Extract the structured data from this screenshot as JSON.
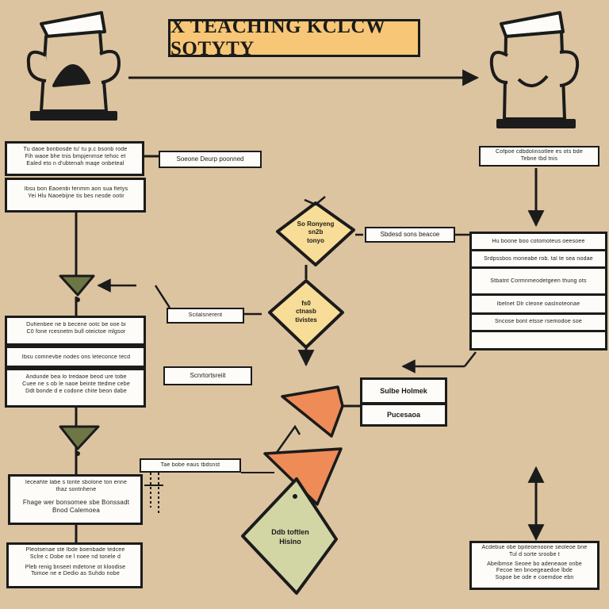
{
  "title": "X TEACHING KCLCW SOTYTY",
  "colors": {
    "background": "#dcc4a0",
    "title_fill": "#f7c777",
    "box_fill": "#fdfcf8",
    "diamond_yellow": "#f7dd97",
    "orange": "#ee8b57",
    "olive": "#d2d6a4",
    "funnel": "#6d7745",
    "ink": "#1b1b1b"
  },
  "icons": [
    "head-icon-left",
    "head-icon-right",
    "funnel-icon",
    "arrow-icon"
  ],
  "left_column": {
    "box1": {
      "line1": "Tu daoe bonbosde tu' tu p.c bsonb rode",
      "line2": "Fih waoe bhe tnis bmpjenmse tehoc et",
      "line3": "Ealed eto n d'ubtenah maqe onbeteal"
    },
    "box2": {
      "line1": "Ibsu bon Eaoenbi ferimm aon sua fletys",
      "line2": "Yei Hlu Naoebijne tis bes nesde ootir"
    },
    "box3": {
      "line1": "Duhenbee ne b becene ootc be ooe bi",
      "line2": "C0 fone rcesnetm bull oteictoe mlgsor"
    },
    "box4": {
      "line1": "Ibsu comnevbe nodes ons leteconce tecd"
    },
    "box5": {
      "line1": "Andunde bea lo tredaoe beod ure tobe",
      "line2": "Cuee ne s ob le naoe beinte ttedme cebe",
      "line3": "Ddt bonde d e codone chite beon dabe"
    },
    "box6": {
      "line1": "Ieceahte labe s tonte sbolone ton enne",
      "line2": "thaz sontnhene",
      "line3": "Fhage wer bonsomee sbe Bonssadt",
      "line4": "Bnod Calemoea"
    },
    "box7": {
      "line1": "Pleotsenae ste Ibde boenbade tedcee",
      "line2": "Sclre c Dobe ne l noee nd tonele d",
      "line3": "Pleb renig bnseet mdetone ot kloodise",
      "line4": "Tomoe ne e Dedio as Suhdo nobe"
    }
  },
  "center": {
    "label1": "Soeone Deurp poonned",
    "diamond1": {
      "line1": "So Ronyeng",
      "line2": "sn2b",
      "line3": "tonyo"
    },
    "label2": "Sbdesd sons beacoe",
    "diamond2": {
      "line1": "fs0",
      "line2": "ctnasb",
      "line3": "tivistes"
    },
    "label3": "Scilalsnerent",
    "label4": "Scnrtortsreiit",
    "label5": "Tae bobe eaus tbdsnst",
    "tag1": "Sulbe Holmek",
    "tag2": "Pucesaoa",
    "olive_text": {
      "line1": "Ddb toftlen",
      "line2": "Hisino"
    }
  },
  "right_column": {
    "top_label": {
      "line1": "Cofpoe cdbdolinsotlee es ots bde",
      "line2": "Tebne tbd tnis"
    },
    "stack": [
      "Hu boone boo cotomoteus oeesoee",
      "Srdpssbos moneabe rob. tal te sea nodae",
      "Stbatnt Cormnmeodetgeen thung ots",
      "Ibelnet Dlr cleone oaslnoteonae",
      "Sncose bont etsse rsemodoe soe"
    ],
    "bottom_box": {
      "line1": "Acdebue obe bpiteoenoone seoleoe bne",
      "line2": "Tul d sorte sroobe t",
      "line3": "Abeibmse Seoee bo adeneaoe onbe",
      "line4": "Fecoe ten bnoegeaedoe lbde",
      "line5": "Sopoe be ode e coemdoe ebn"
    }
  }
}
